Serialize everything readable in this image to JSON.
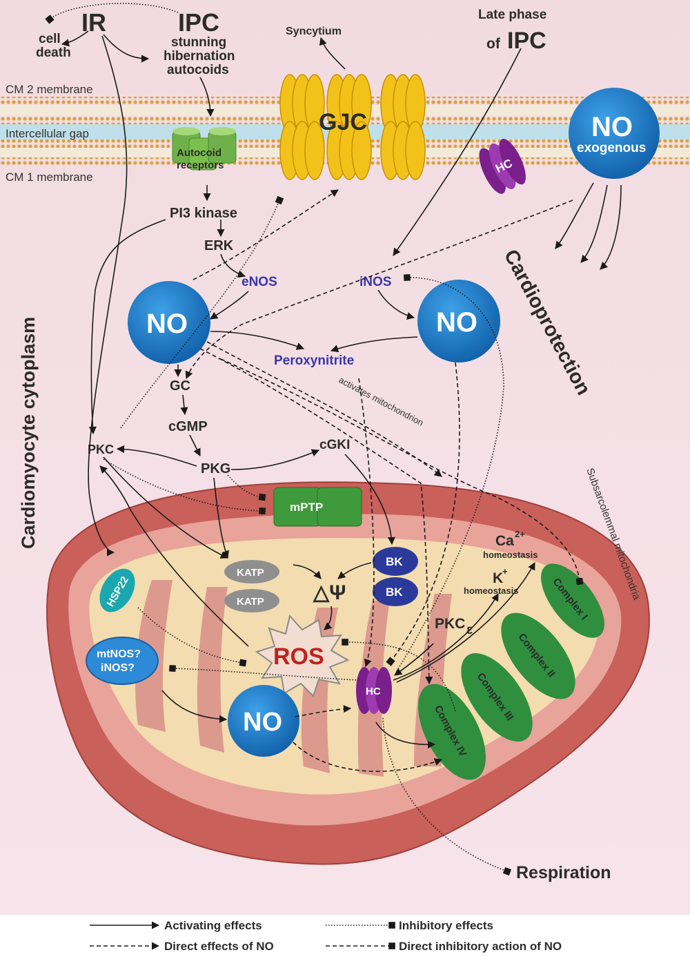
{
  "top": {
    "ir": "IR",
    "ipc": "IPC",
    "ipc_effects": [
      "stunning",
      "hibernation",
      "autocoids"
    ],
    "cell_death": [
      "cell",
      "death"
    ],
    "syncytium": "Syncytium",
    "late_phase": [
      "Late phase",
      "of",
      "IPC"
    ]
  },
  "membrane": {
    "cm2": "CM 2 membrane",
    "gap": "Intercellular gap",
    "cm1": "CM 1 membrane",
    "gjc": "GJC",
    "autocoid_receptors": [
      "Autocoid",
      "receptors"
    ],
    "hc": "HC",
    "no_exogenous": [
      "NO",
      "exogenous"
    ]
  },
  "cytoplasm": {
    "title": "Cardiomyocyte cytoplasm",
    "pi3k": "PI3 kinase",
    "erk": "ERK",
    "enos": "eNOS",
    "inos": "iNOS",
    "no1": "NO",
    "no2": "NO",
    "peroxynitrite": "Peroxynitrite",
    "activates_mito": "activates mitochondrion",
    "gc": "GC",
    "cgmp": "cGMP",
    "pkc": "PKC",
    "pkg": "PKG",
    "cgki": "cGKI",
    "mptp": "mPTP",
    "cardioprotection": "Cardioprotection"
  },
  "mitochondria": {
    "label": "Subsarcolemmal mitochondria",
    "hsp22": "HSP22",
    "katp1": "KATP",
    "katp2": "KATP",
    "delta_psi": "△Ψ",
    "bk1": "BK",
    "bk2": "BK",
    "ca": "Ca",
    "ca_sup": "2+",
    "ca_homeo": "homeostasis",
    "k": "K",
    "k_sup": "+",
    "k_homeo": "homeostasis",
    "complex1": "Complex I",
    "complex2": "Complex II",
    "complex3": "Complex III",
    "complex4": "Complex IV",
    "pkc_e": "PKC",
    "epsilon": "ε",
    "ros": "ROS",
    "mtnos": [
      "mtNOS?",
      "iNOS?"
    ],
    "hc": "HC",
    "no3": "NO",
    "respiration": "Respiration"
  },
  "legend": {
    "activating": "Activating effects",
    "direct_no": "Direct effects of NO",
    "inhibitory": "Inhibitory effects",
    "direct_inhibitory": "Direct inhibitory action of NO"
  },
  "colors": {
    "no_blue": "#1a78c8",
    "gjc_yellow": "#f2c21a",
    "receptor_green": "#7bbf4f",
    "hc_purple": "#8b2a9c",
    "complex_green": "#2f8f3f",
    "bk_navy": "#2b3a9a",
    "hsp_teal": "#1aa8b0",
    "mito_outer": "#c9605a",
    "mito_inner": "#f3dcb0",
    "cytoplasm_pink": "#f3dde3"
  }
}
